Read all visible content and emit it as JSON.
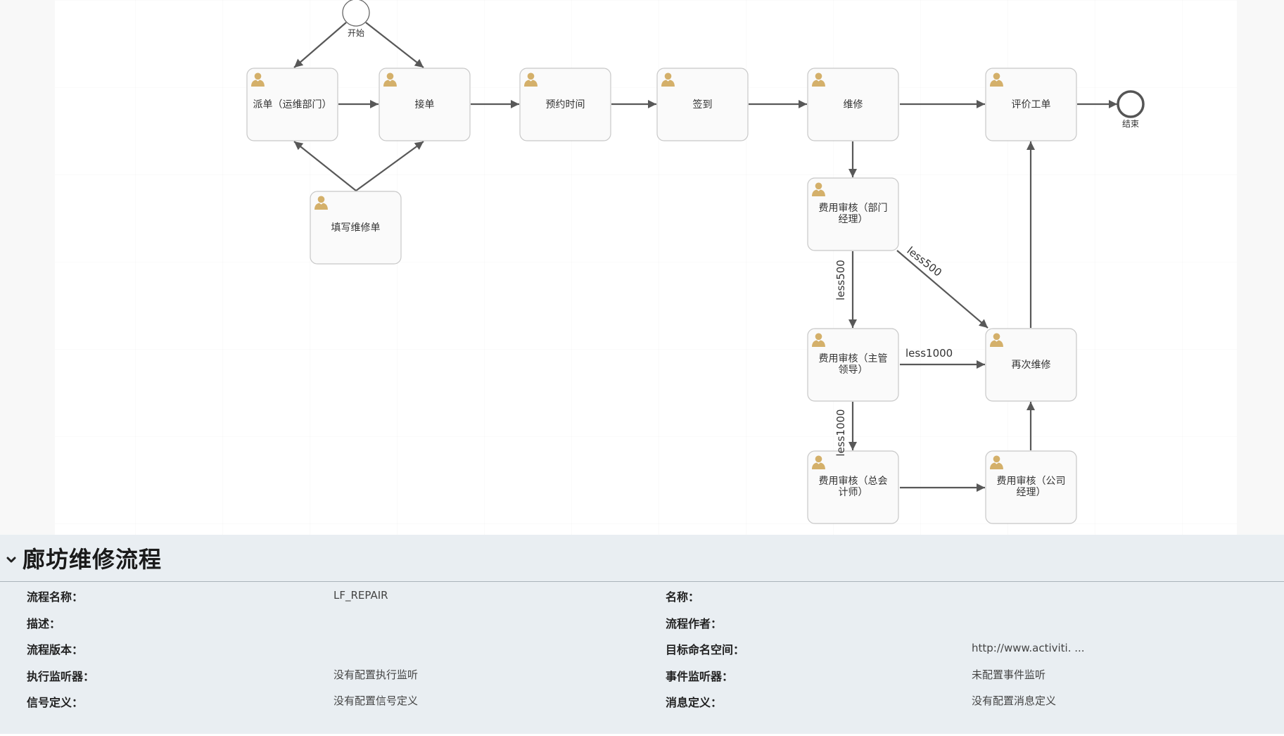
{
  "diagram": {
    "colors": {
      "user_icon": "#d4b06a",
      "edge": "#585858",
      "node_fill": "#fafafa",
      "node_border": "#c8c8c8"
    },
    "events": [
      {
        "id": "start",
        "type": "start-event",
        "label": "开始"
      },
      {
        "id": "end",
        "type": "end-event",
        "label": "结束"
      }
    ],
    "tasks": [
      {
        "id": "dispatch",
        "type": "user-task",
        "icon": "user-icon",
        "lines": [
          "派单（运维部门）"
        ]
      },
      {
        "id": "accept",
        "type": "user-task",
        "icon": "user-icon",
        "lines": [
          "接单"
        ]
      },
      {
        "id": "appointment",
        "type": "user-task",
        "icon": "user-icon",
        "lines": [
          "预约时间"
        ]
      },
      {
        "id": "checkin",
        "type": "user-task",
        "icon": "user-icon",
        "lines": [
          "签到"
        ]
      },
      {
        "id": "repair",
        "type": "user-task",
        "icon": "user-icon",
        "lines": [
          "维修"
        ]
      },
      {
        "id": "evaluate",
        "type": "user-task",
        "icon": "user-icon",
        "lines": [
          "评价工单"
        ]
      },
      {
        "id": "fill_form",
        "type": "user-task",
        "icon": "user-icon",
        "lines": [
          "填写维修单"
        ]
      },
      {
        "id": "audit_dept",
        "type": "user-task",
        "icon": "user-icon",
        "lines": [
          "费用审核（部门",
          "经理）"
        ]
      },
      {
        "id": "audit_supervisor",
        "type": "user-task",
        "icon": "user-icon",
        "lines": [
          "费用审核（主管",
          "领导）"
        ]
      },
      {
        "id": "repair_again",
        "type": "user-task",
        "icon": "user-icon",
        "lines": [
          "再次维修"
        ]
      },
      {
        "id": "audit_accountant",
        "type": "user-task",
        "icon": "user-icon",
        "lines": [
          "费用审核（总会",
          "计师）"
        ]
      },
      {
        "id": "audit_company",
        "type": "user-task",
        "icon": "user-icon",
        "lines": [
          "费用审核（公司",
          "经理）"
        ]
      }
    ],
    "flows": [
      {
        "from": "start",
        "to": "dispatch",
        "label": ""
      },
      {
        "from": "start",
        "to": "accept",
        "label": ""
      },
      {
        "from": "dispatch",
        "to": "accept",
        "label": ""
      },
      {
        "from": "fill_form",
        "to": "dispatch",
        "label": ""
      },
      {
        "from": "fill_form",
        "to": "accept",
        "label": ""
      },
      {
        "from": "accept",
        "to": "appointment",
        "label": ""
      },
      {
        "from": "appointment",
        "to": "checkin",
        "label": ""
      },
      {
        "from": "checkin",
        "to": "repair",
        "label": ""
      },
      {
        "from": "repair",
        "to": "evaluate",
        "label": ""
      },
      {
        "from": "evaluate",
        "to": "end",
        "label": ""
      },
      {
        "from": "repair",
        "to": "audit_dept",
        "label": ""
      },
      {
        "from": "audit_dept",
        "to": "audit_supervisor",
        "label": "less500"
      },
      {
        "from": "audit_dept",
        "to": "repair_again",
        "label": "less500"
      },
      {
        "from": "audit_supervisor",
        "to": "repair_again",
        "label": "less1000"
      },
      {
        "from": "audit_supervisor",
        "to": "audit_accountant",
        "label": "less1000"
      },
      {
        "from": "audit_accountant",
        "to": "audit_company",
        "label": ""
      },
      {
        "from": "audit_company",
        "to": "repair_again",
        "label": ""
      },
      {
        "from": "repair_again",
        "to": "evaluate",
        "label": ""
      }
    ]
  },
  "properties": {
    "title": "廊坊维修流程",
    "collapse_icon": "chevron-down-icon",
    "left": [
      {
        "label": "流程名称：",
        "value": "LF_REPAIR"
      },
      {
        "label": "描述：",
        "value": ""
      },
      {
        "label": "流程版本：",
        "value": ""
      },
      {
        "label": "执行监听器：",
        "value": "没有配置执行监听"
      },
      {
        "label": "信号定义：",
        "value": "没有配置信号定义"
      }
    ],
    "right": [
      {
        "label": "名称：",
        "value": ""
      },
      {
        "label": "流程作者：",
        "value": ""
      },
      {
        "label": "目标命名空间：",
        "value": "http://www.activiti. ..."
      },
      {
        "label": "事件监听器：",
        "value": "未配置事件监听"
      },
      {
        "label": "消息定义：",
        "value": "没有配置消息定义"
      }
    ]
  }
}
